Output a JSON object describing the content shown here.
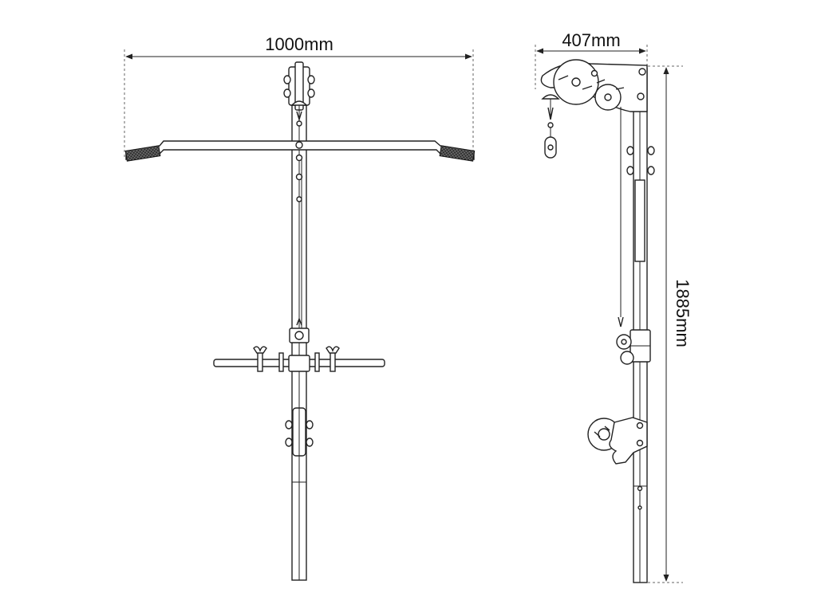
{
  "dimensions": {
    "width": "1000mm",
    "depth": "407mm",
    "height": "1885mm"
  },
  "icons": {
    "front_view": "lat-pulldown-front-view-drawing",
    "side_view": "lat-pulldown-side-view-drawing"
  }
}
